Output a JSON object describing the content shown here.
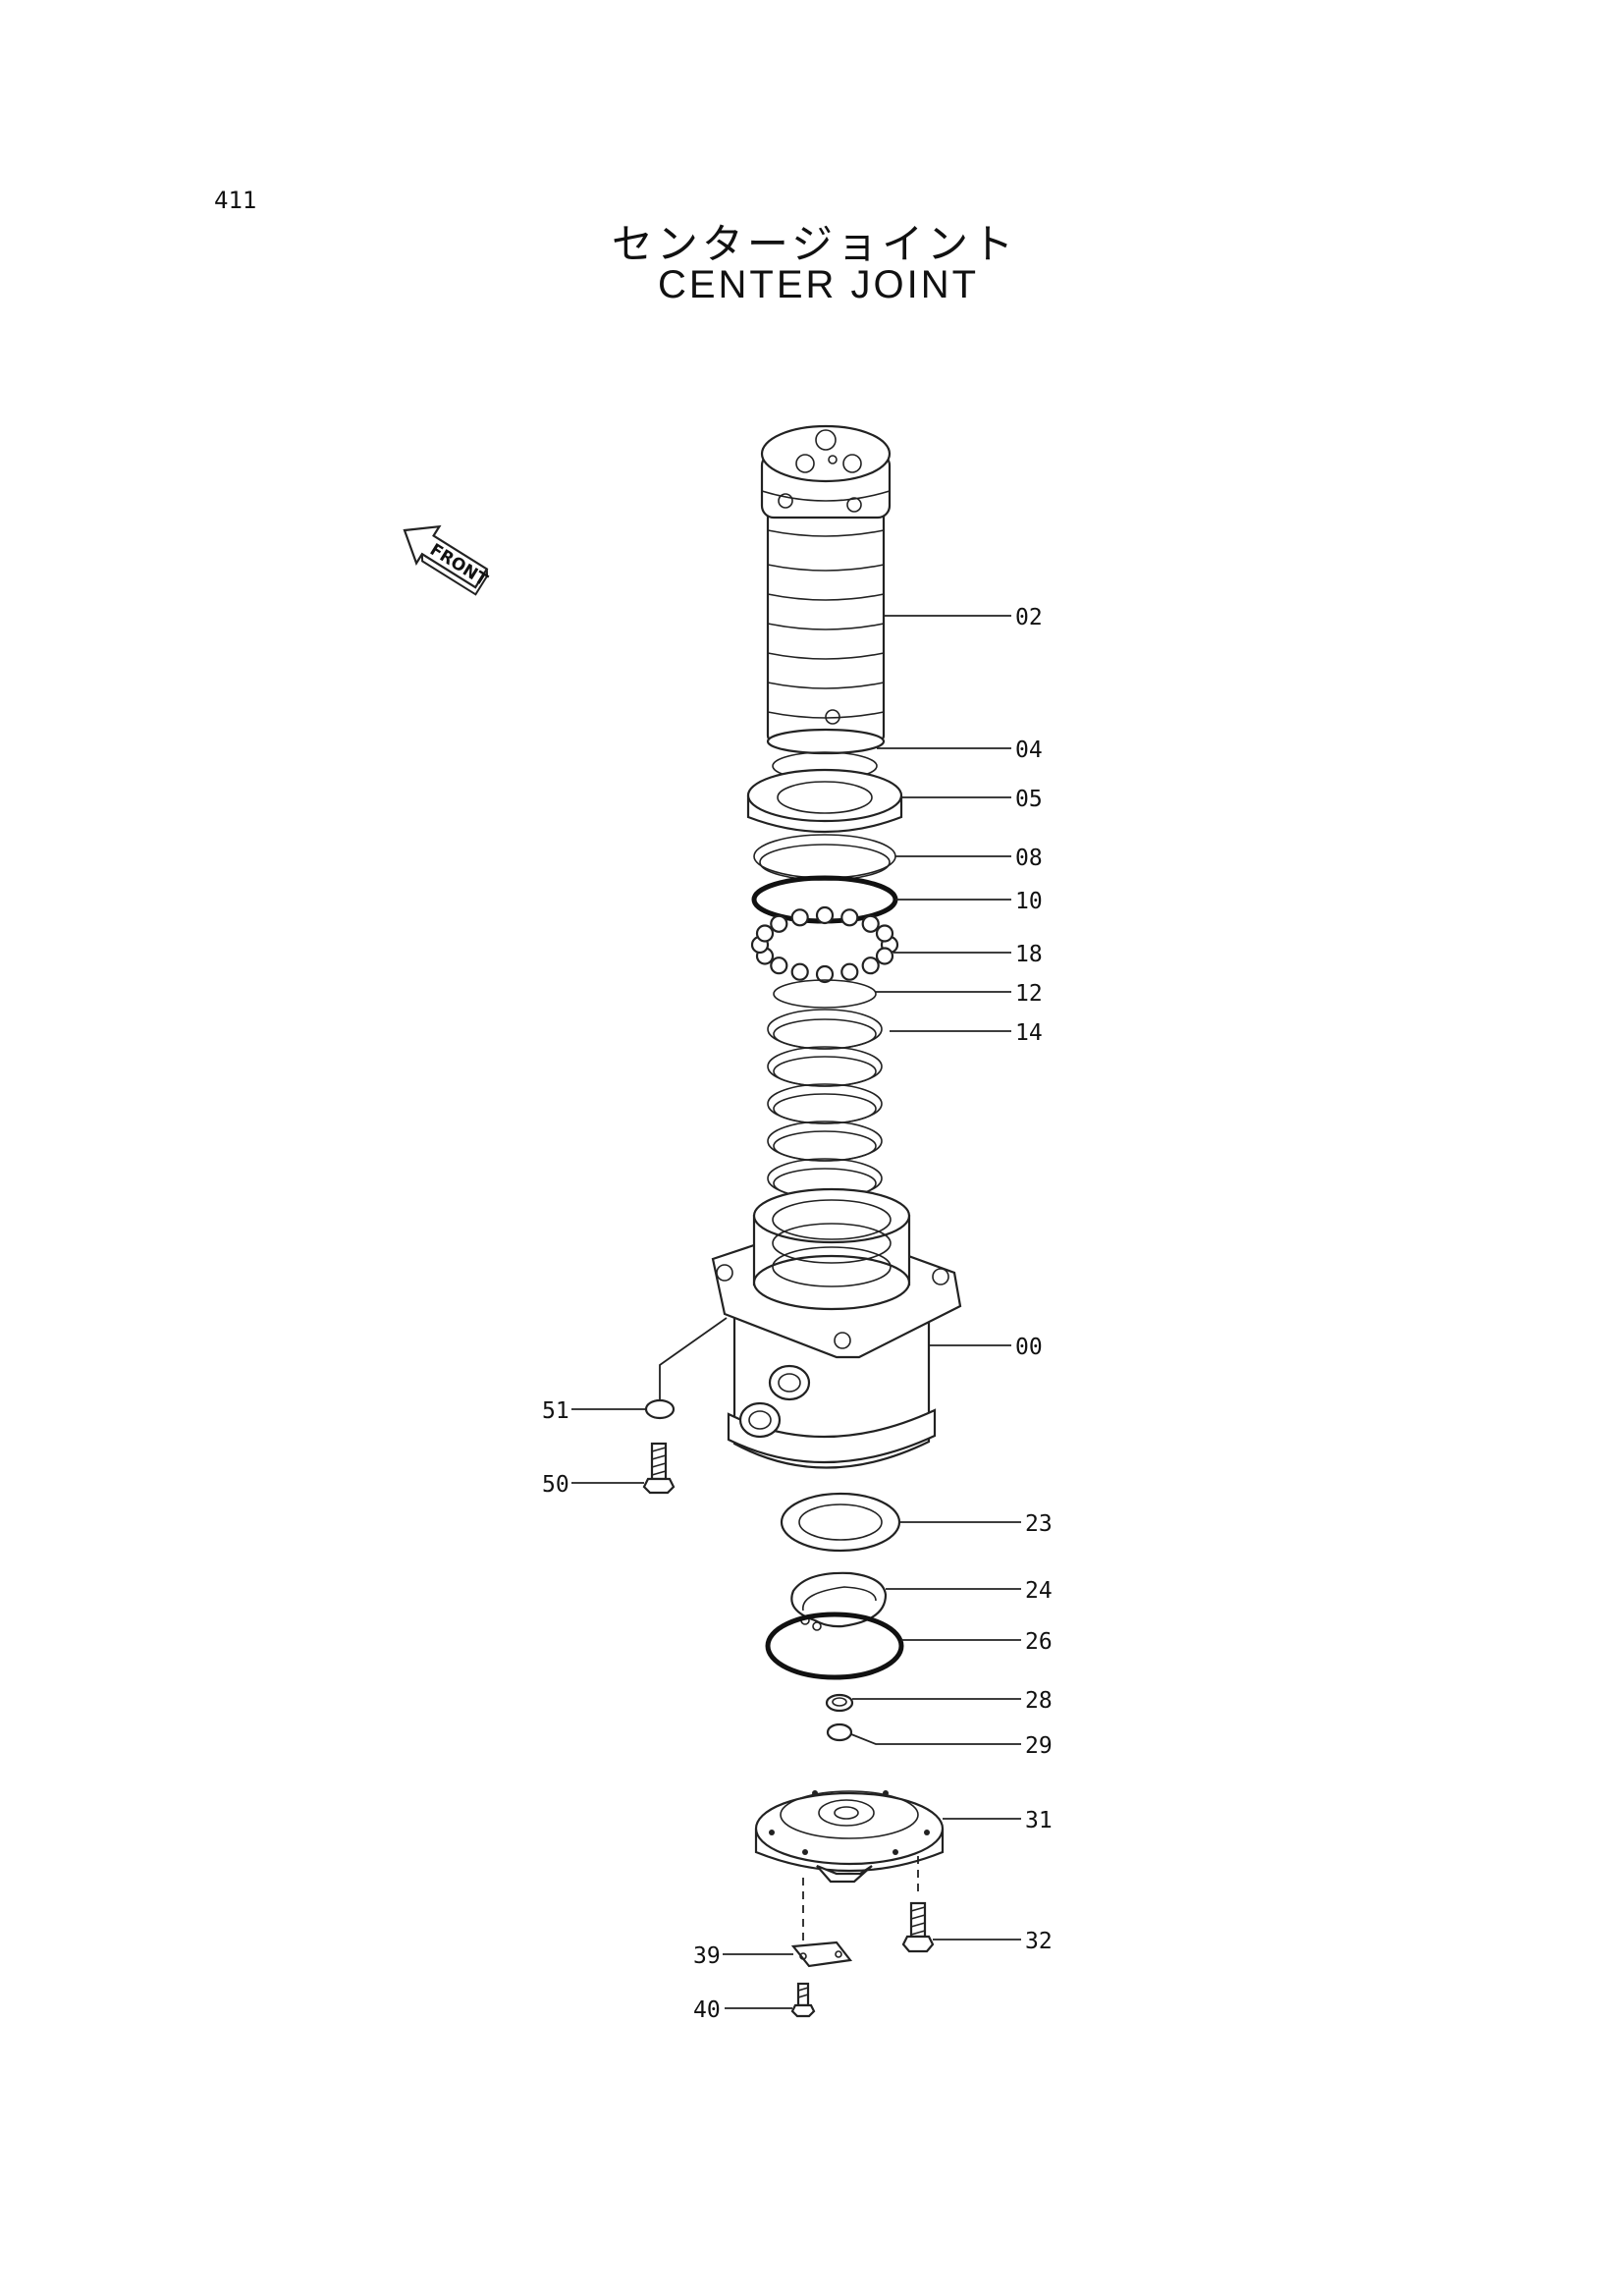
{
  "page": {
    "number": "411"
  },
  "title": {
    "japanese": "センタージョイント",
    "english": "CENTER JOINT"
  },
  "orientation": {
    "label": "FRONT",
    "icon": "arrow-up-left-icon"
  },
  "parts": [
    {
      "no": "02"
    },
    {
      "no": "04"
    },
    {
      "no": "05"
    },
    {
      "no": "08"
    },
    {
      "no": "10"
    },
    {
      "no": "18"
    },
    {
      "no": "12"
    },
    {
      "no": "14"
    },
    {
      "no": "00"
    },
    {
      "no": "51"
    },
    {
      "no": "50"
    },
    {
      "no": "23"
    },
    {
      "no": "24"
    },
    {
      "no": "26"
    },
    {
      "no": "28"
    },
    {
      "no": "29"
    },
    {
      "no": "31"
    },
    {
      "no": "32"
    },
    {
      "no": "39"
    },
    {
      "no": "40"
    }
  ]
}
